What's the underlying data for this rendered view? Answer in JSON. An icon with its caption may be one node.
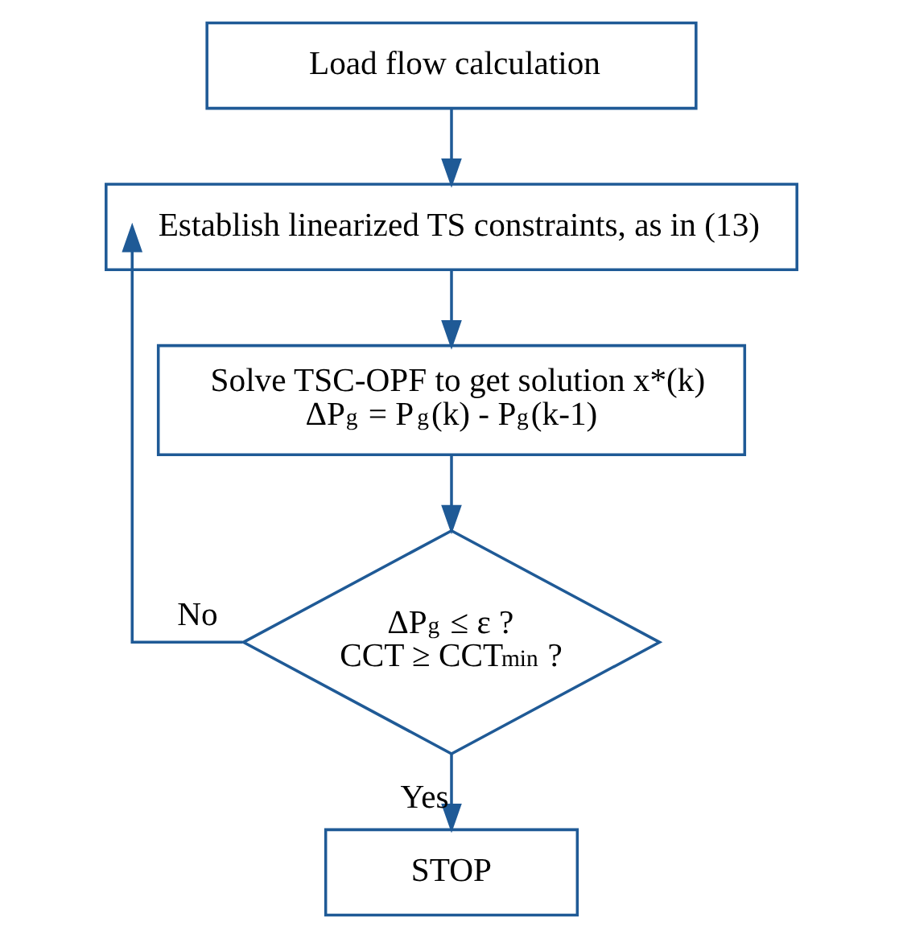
{
  "diagram": {
    "nodes": [
      {
        "text": [
          "Load flow calculation"
        ]
      },
      {
        "text": [
          "Establish linearized TS constraints, as in (13)"
        ]
      },
      {
        "text": [
          "Solve TSC-OPF to get solution x*(k)",
          "ΔP$_{g}$ = P$_{g}$(k) - P$_{g}$(k-1)"
        ]
      },
      {
        "text": [
          "ΔP$_{g}$ ≤ ε ?",
          "CCT ≥ CCT$_{min}$ ?"
        ]
      },
      {
        "text": [
          "STOP"
        ]
      }
    ],
    "edges": [
      {
        "from": 0,
        "to": 1,
        "arrow": "to"
      },
      {
        "from": 1,
        "to": 2,
        "arrow": "to"
      },
      {
        "from": 2,
        "to": 3,
        "arrow": "to"
      },
      {
        "from": 3,
        "to": 4,
        "arrow": "to",
        "label": "Yes"
      },
      {
        "from": 3,
        "to": 1,
        "arrow": "to",
        "label": "No"
      }
    ]
  }
}
